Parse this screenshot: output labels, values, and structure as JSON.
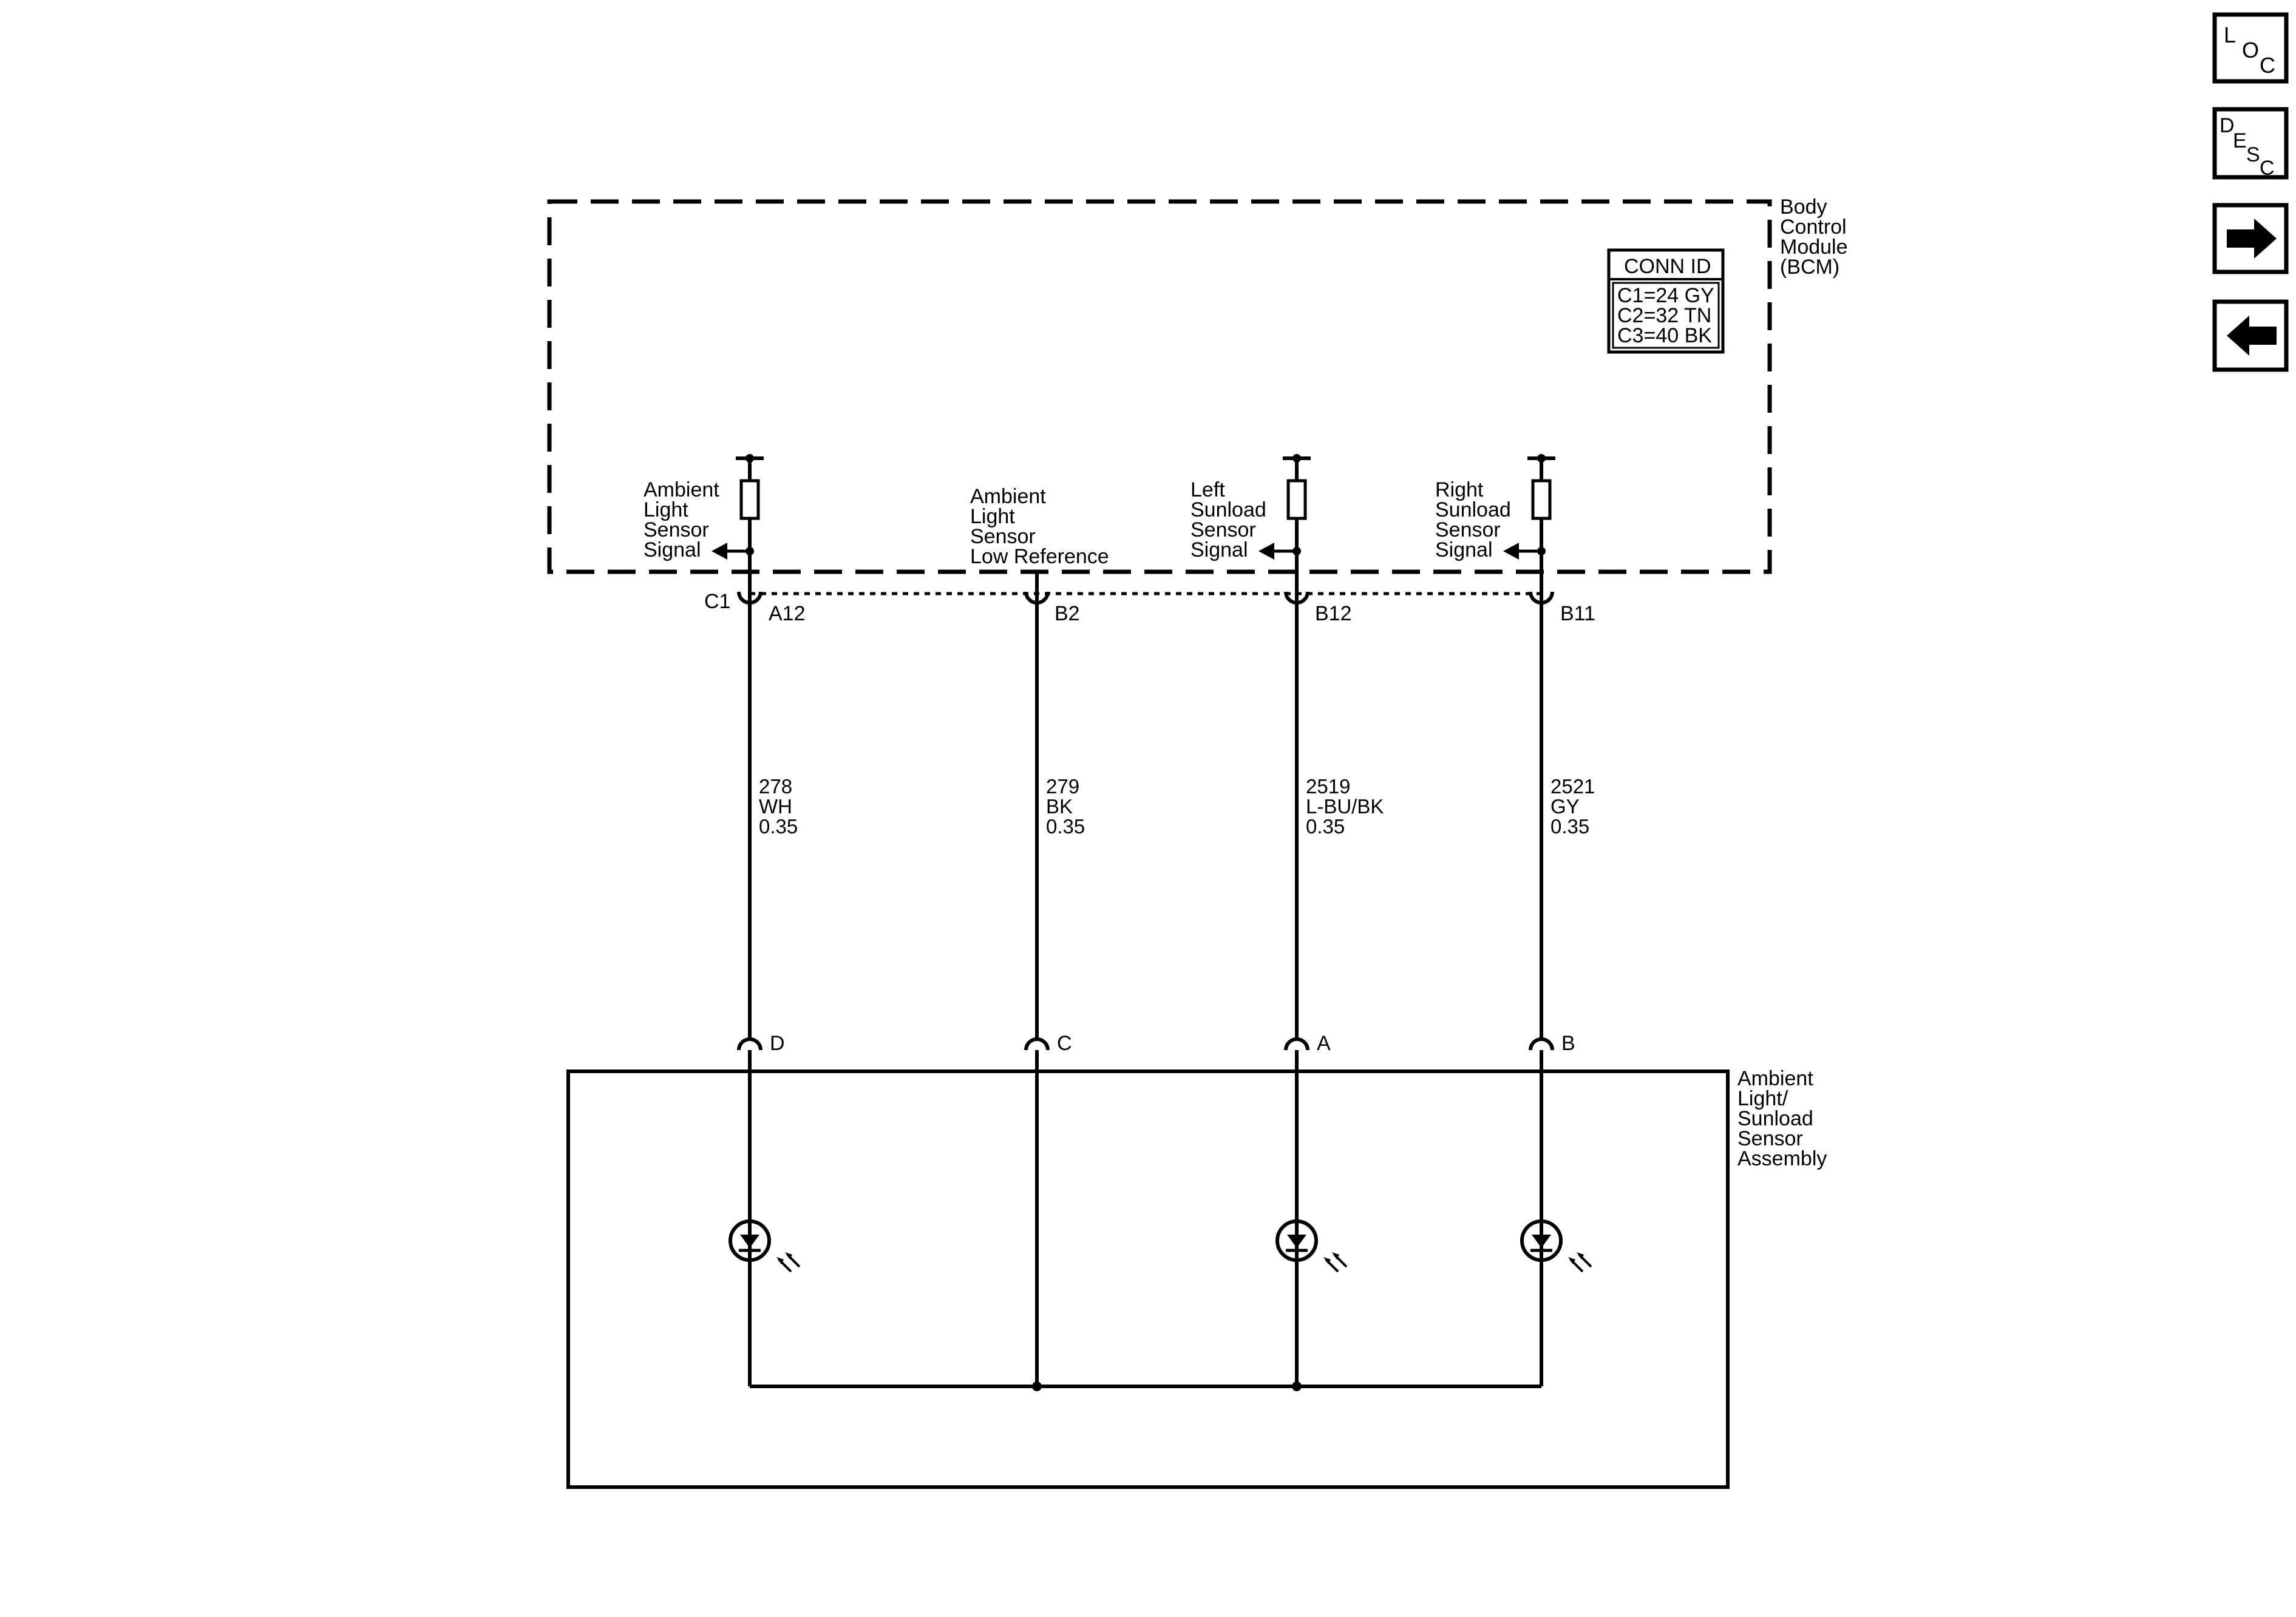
{
  "bcm": {
    "name_lines": [
      "Body",
      "Control",
      "Module",
      "(BCM)"
    ],
    "conn_id": {
      "title": "CONN ID",
      "rows": [
        "C1=24 GY",
        "C2=32 TN",
        "C3=40 BK"
      ]
    },
    "connector_label": "C1",
    "circuits": [
      {
        "label_lines": [
          "Ambient",
          "Light",
          "Sensor",
          "Signal"
        ],
        "pin": "A12"
      },
      {
        "label_lines": [
          "Ambient",
          "Light",
          "Sensor",
          "Low Reference"
        ],
        "pin": "B2"
      },
      {
        "label_lines": [
          "Left",
          "Sunload",
          "Sensor",
          "Signal"
        ],
        "pin": "B12"
      },
      {
        "label_lines": [
          "Right",
          "Sunload",
          "Sensor",
          "Signal"
        ],
        "pin": "B11"
      }
    ]
  },
  "wires": [
    {
      "circuit": "278",
      "color": "WH",
      "size": "0.35"
    },
    {
      "circuit": "279",
      "color": "BK",
      "size": "0.35"
    },
    {
      "circuit": "2519",
      "color": "L-BU/BK",
      "size": "0.35"
    },
    {
      "circuit": "2521",
      "color": "GY",
      "size": "0.35"
    }
  ],
  "sensor": {
    "name_lines": [
      "Ambient",
      "Light/",
      "Sunload",
      "Sensor",
      "Assembly"
    ],
    "pins": [
      "D",
      "C",
      "A",
      "B"
    ]
  },
  "nav": {
    "loc": {
      "l1": "L",
      "l2": "O",
      "l3": "C"
    },
    "desc": {
      "l1": "D",
      "l2": "E",
      "l3": "S",
      "l4": "C"
    },
    "next_icon": "arrow-right-icon",
    "back_icon": "arrow-left-icon"
  }
}
